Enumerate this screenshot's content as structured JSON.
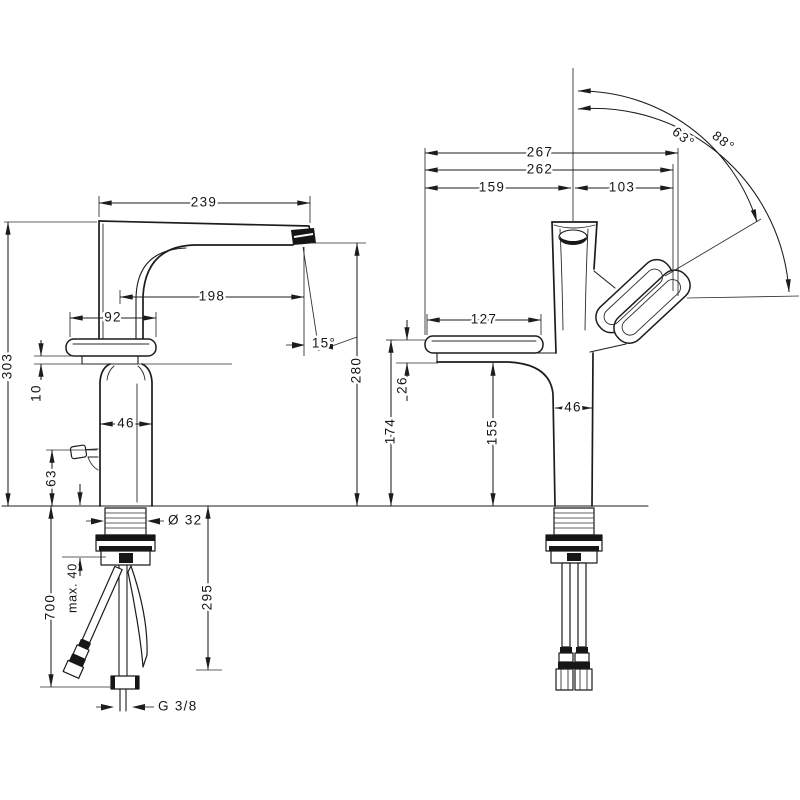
{
  "colors": {
    "line": "#1c1c1c",
    "background": "#ffffff",
    "dark_fill": "#161616"
  },
  "left": {
    "projection": "239",
    "aerator_projection": "198",
    "base_depth": "92",
    "spout_angle": "15°",
    "aerator_height": "280",
    "total_height": "303",
    "shelf_lip": "10",
    "body_width": "46",
    "valve_height": "63",
    "shank_diameter": "Ø 32",
    "max_deck_thickness": "max. 40",
    "hose_length": "700",
    "hose_drop": "295",
    "thread_size": "G 3/8"
  },
  "right": {
    "overall_width": "267",
    "width_to_handle": "262",
    "center_to_left": "159",
    "center_to_handle": "103",
    "shelf_width": "127",
    "shelf_height": "26",
    "height_shelf_top": "174",
    "height_under_shelf": "155",
    "body_width": "46",
    "handle_angle_1": "63°",
    "handle_angle_2": "88°"
  }
}
